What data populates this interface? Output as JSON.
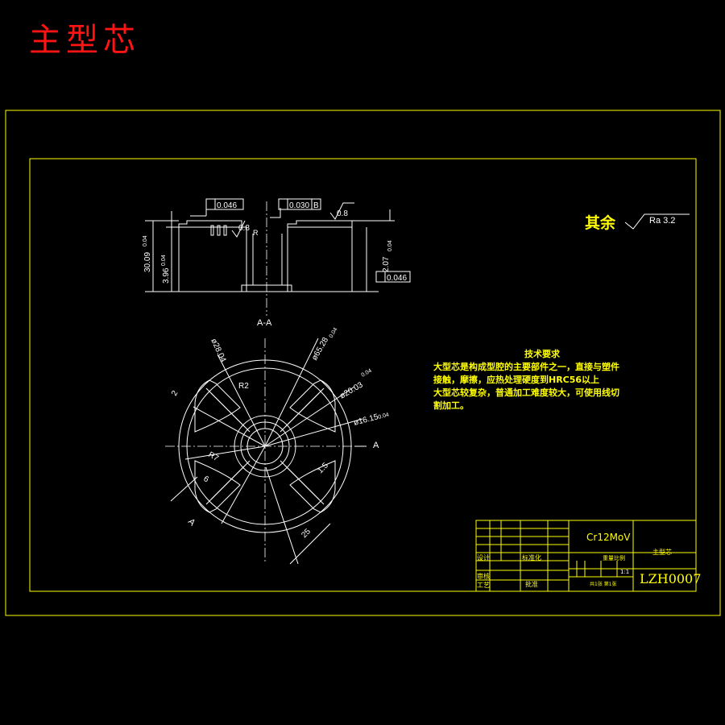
{
  "title": "主型芯",
  "technical_requirements": {
    "heading": "技术要求",
    "lines": [
      "大型芯是构成型腔的主要部件之一，直接与塑件",
      "接触，摩擦，应热处理硬度到HRC56以上",
      "大型芯较复杂，普通加工难度较大，可使用线切",
      "割加工。"
    ]
  },
  "roughness_note": {
    "label": "其余",
    "value": "Ra 3.2"
  },
  "section_view": {
    "section_label": "A-A",
    "tolerance_frames": [
      "0.046",
      "0.030",
      "0.046"
    ],
    "datum_b": "B",
    "height_dim": "30.09",
    "height_tol": "0.04",
    "step_dim": "3.96",
    "step_tol": "0.04",
    "right_dim": "2.07",
    "right_tol": "0.04",
    "roughness_values": [
      "0.8",
      "0.8"
    ],
    "radius_label": "R"
  },
  "plan_view": {
    "section_marks": [
      "A",
      "A"
    ],
    "dims": {
      "d1": "ø28.04",
      "d2": "ø65.28",
      "d2_tol": "0.04",
      "d3": "ø20.03",
      "d3_tol": "0.04",
      "d4": "ø16.15",
      "d4_tol": "0.04",
      "r2": "R2",
      "two": "2",
      "r7": "R7",
      "six": "6",
      "one_five": "1.5",
      "twenty_five": "25"
    }
  },
  "title_block": {
    "material": "Cr12MoV",
    "part_name": "主型芯",
    "drawing_no": "LZH0007",
    "design_label": "设计",
    "standardize_label": "标准化",
    "review_label": "审核",
    "process_label": "工艺",
    "approve_label": "批准",
    "scale_header": "重量比例",
    "scale_value": "1:1",
    "sheet_label": "共1张 第1张"
  }
}
